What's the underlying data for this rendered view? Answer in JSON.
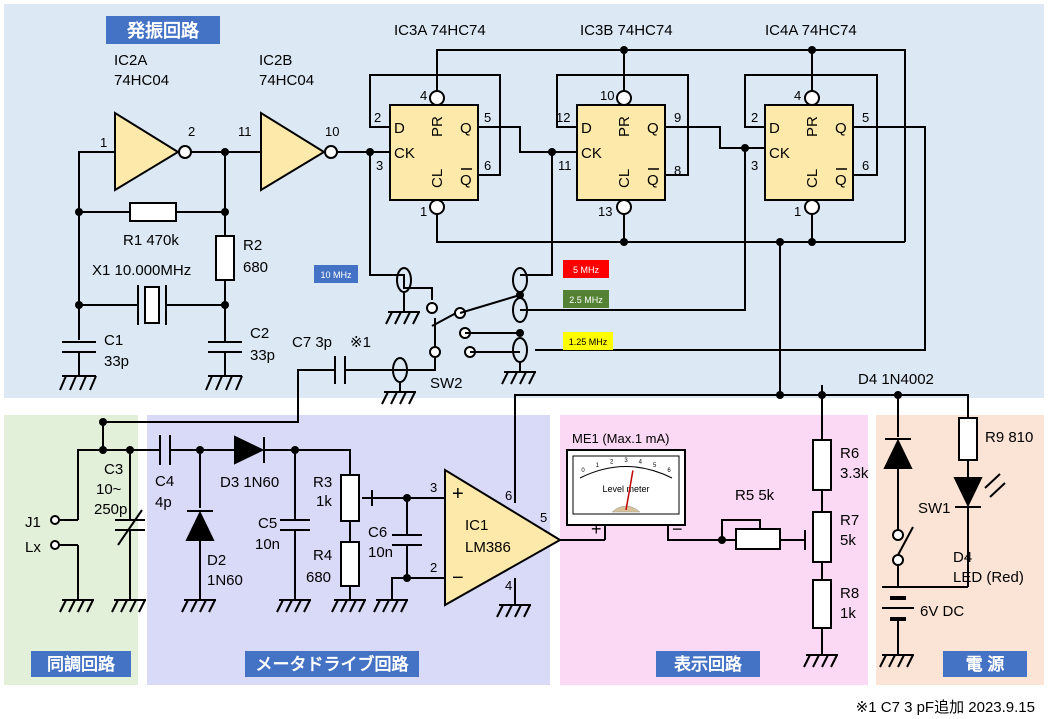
{
  "sections": {
    "osc": "発振回路",
    "tune": "同調回路",
    "drive": "メータドライブ回路",
    "disp": "表示回路",
    "power": "電 源"
  },
  "colors": {
    "osc_bg": "#dce9f5",
    "tune_bg": "#e2efd9",
    "drive_bg": "#d9d9f8",
    "disp_bg": "#fbd9f5",
    "power_bg": "#fbe4d5",
    "label_blue": "#4472c4",
    "tag_10": "#4472c4",
    "tag_5": "#ff0000",
    "tag_25": "#548235",
    "tag_125": "#ffff00",
    "ic_fill": "#fde9a9"
  },
  "ics": {
    "ic2a_name": "IC2A",
    "ic2a_type": "74HC04",
    "ic2b_name": "IC2B",
    "ic2b_type": "74HC04",
    "ic3a": "IC3A 74HC74",
    "ic3b": "IC3B 74HC74",
    "ic4a": "IC4A 74HC74",
    "ic1_name": "IC1",
    "ic1_type": "LM386"
  },
  "ff_labels": {
    "d": "D",
    "ck": "CK",
    "pr": "PR",
    "cl": "CL",
    "q": "Q"
  },
  "pins": {
    "p1": "1",
    "p2": "2",
    "p11": "11",
    "p10": "10",
    "a2": "2",
    "a3": "3",
    "a4": "4",
    "a5": "5",
    "a6": "6",
    "a1": "1",
    "b12": "12",
    "b11": "11",
    "b10": "10",
    "b9": "9",
    "b8": "8",
    "b13": "13",
    "c2": "2",
    "c3": "3",
    "c4": "4",
    "c5": "5",
    "c6": "6",
    "c1": "1",
    "o3": "3",
    "o2": "2",
    "o6": "6",
    "o5": "5",
    "o4": "4"
  },
  "components": {
    "r1": "R1  470k",
    "r2": "R2",
    "r2v": "680",
    "x1": "X1  10.000MHz",
    "c1": "C1",
    "c1v": "33p",
    "c2": "C2",
    "c2v": "33p",
    "c7": "C7   3p",
    "note_mark": "※1",
    "sw2": "SW2",
    "c3": "C3",
    "c3v1": "10~",
    "c3v2": "250p",
    "c4": "C4",
    "c4v": "4p",
    "d3": "D3 1N60",
    "d2": "D2",
    "d2v": "1N60",
    "r3": "R3",
    "r3v": "1k",
    "c5": "C5",
    "c5v": "10n",
    "r4": "R4",
    "r4v": "680",
    "c6": "C6",
    "c6v": "10n",
    "j1": "J1",
    "lx": "Lx",
    "me1": "ME1 (Max.1 mA)",
    "meter_face": "Level meter",
    "r5": "R5 5k",
    "r6": "R6",
    "r6v": "3.3k",
    "r7": "R7",
    "r7v": "5k",
    "r8": "R8",
    "r8v": "1k",
    "d4d": "D4  1N4002",
    "r9": "R9 810",
    "sw1": "SW1",
    "d4led": "D4",
    "d4ledv": "LED (Red)",
    "bat": "6V DC",
    "plus": "+",
    "minus": "−"
  },
  "freq_tags": {
    "f10": "10 MHz",
    "f5": "5 MHz",
    "f25": "2.5 MHz",
    "f125": "1.25 MHz"
  },
  "meter_scale": [
    "0",
    "1",
    "2",
    "3",
    "4",
    "5",
    "6"
  ],
  "meter_level": 0.55,
  "footer": "※1   C7 3 pF追加   2023.9.15"
}
